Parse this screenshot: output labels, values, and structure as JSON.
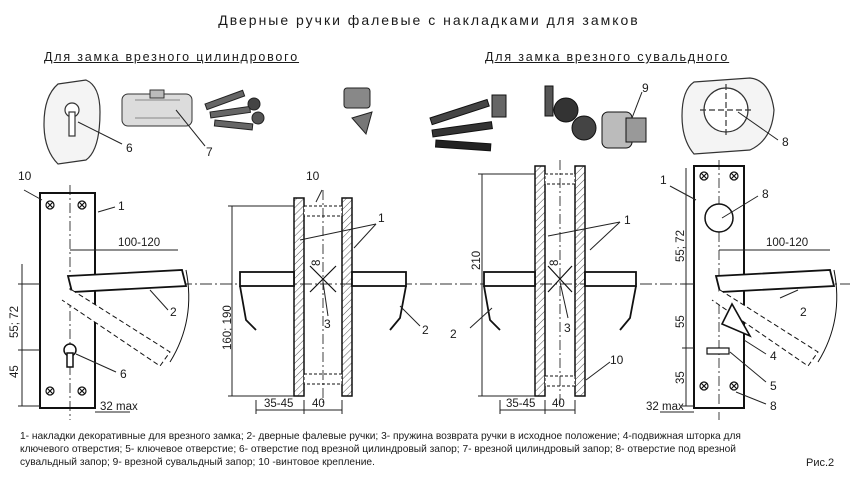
{
  "title": "Дверные ручки фалевые с накладками для замков",
  "subtitle_left": "Для замка врезного цилиндрового",
  "subtitle_right": "Для замка врезного сувальдного",
  "callouts": {
    "n1": "1",
    "n2": "2",
    "n3": "3",
    "n4": "4",
    "n5": "5",
    "n6": "6",
    "n7": "7",
    "n8": "8",
    "n9": "9",
    "n10": "10"
  },
  "dimensions": {
    "handle_reach": "100-120",
    "axis_cyl": "55; 72",
    "bottom_45": "45",
    "max_32": "32 max",
    "height_cyl": "160; 190",
    "door_35_45": "35-45",
    "plate_40": "40",
    "spring_8": "8",
    "height_210": "210",
    "axis_suv": "55; 72",
    "mid_55": "55",
    "bottom_35": "35"
  },
  "caption": "1- накладки декоративные для врезного замка; 2- дверные фалевые ручки; 3- пружина возврата ручки в исходное положение; 4-подвижная шторка для ключевого отверстия; 5- ключевое отверстие; 6- отверстие под врезной цилиндровый запор; 7- врезной цилиндровый запор; 8- отверстие под врезной сувальдный запор; 9- врезной сувальдный запор; 10 -винтовое крепление.",
  "figure_label": "Рис.2"
}
